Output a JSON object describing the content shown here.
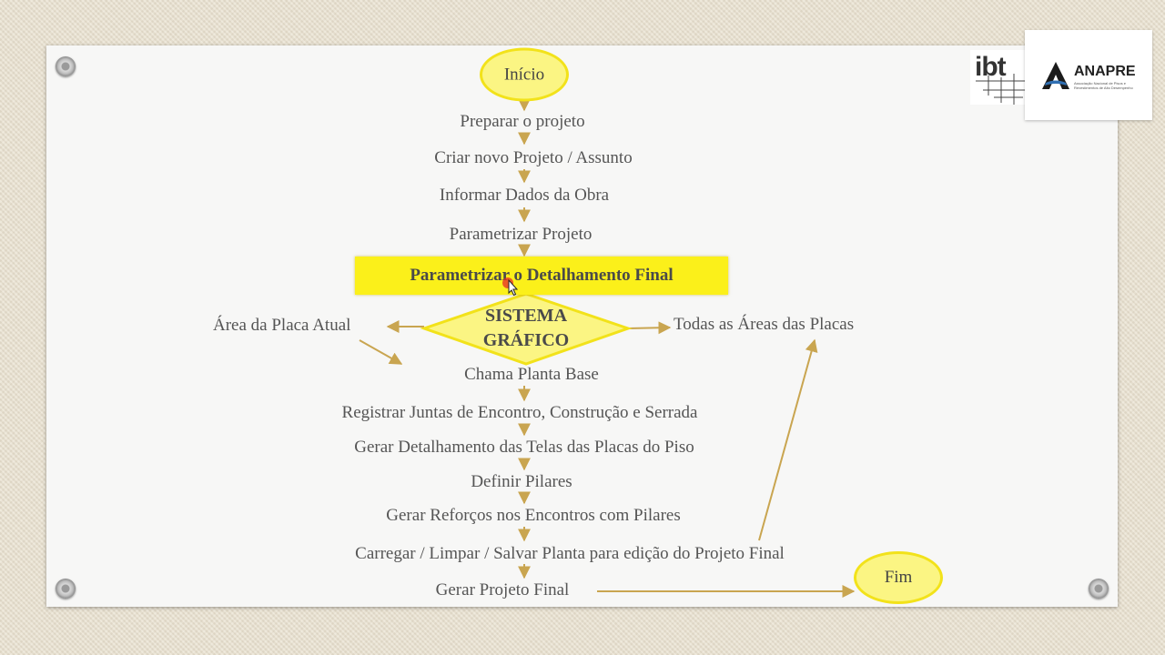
{
  "flow": {
    "start": "Início",
    "end": "Fim",
    "steps": [
      "Preparar o  projeto",
      "Criar novo Projeto / Assunto",
      "Informar Dados da Obra",
      "Parametrizar Projeto"
    ],
    "highlight_step": "Parametrizar o Detalhamento Final",
    "decision": {
      "line1": "SISTEMA",
      "line2": "GRÁFICO",
      "left_branch": "Área da Placa Atual",
      "right_branch": "Todas as Áreas das Placas"
    },
    "lower_steps": [
      "Chama Planta Base",
      "Registrar Juntas de Encontro, Construção e Serrada",
      "Gerar Detalhamento das Telas das Placas do Piso",
      "Definir Pilares",
      "Gerar Reforços nos Encontros com Pilares",
      "Carregar / Limpar / Salvar Planta para edição do Projeto Final",
      "Gerar Projeto Final"
    ]
  },
  "logos": {
    "ibt": "ibt",
    "anapre_name": "ANAPRE",
    "anapre_tagline": "Associação Nacional de Pisos e Revestimentos de Alto Desempenho"
  },
  "colors": {
    "arrow": "#c9a550",
    "oval_fill": "#fbf583",
    "oval_border": "#f2e21a",
    "highlight": "#fbf01a",
    "text": "#555555"
  }
}
